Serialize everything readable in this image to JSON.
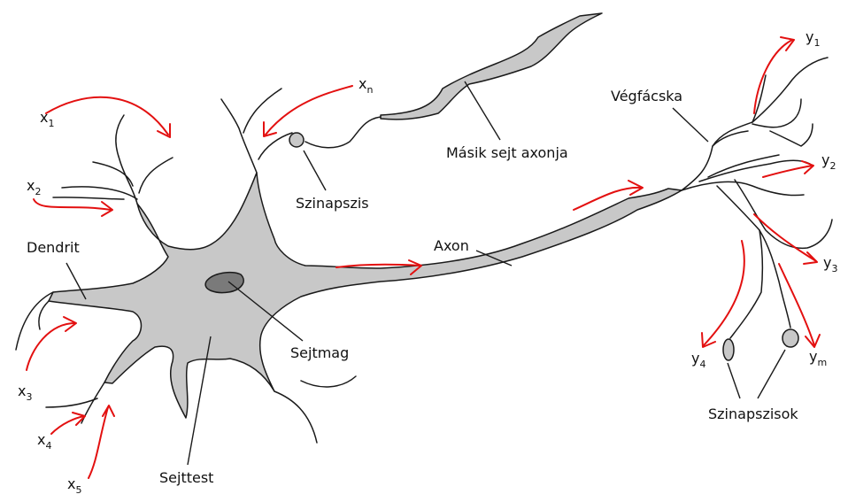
{
  "labels": {
    "dendrit": "Dendrit",
    "sejtmag": "Sejtmag",
    "sejttest": "Sejttest",
    "szinapszis": "Szinapszis",
    "masik_sejt_axonja": "Másik sejt axonja",
    "axon": "Axon",
    "vegfacska": "Végfácska",
    "szinapszisok": "Szinapszisok"
  },
  "inputs": [
    {
      "base": "x",
      "sub": "1"
    },
    {
      "base": "x",
      "sub": "2"
    },
    {
      "base": "x",
      "sub": "3"
    },
    {
      "base": "x",
      "sub": "4"
    },
    {
      "base": "x",
      "sub": "5"
    },
    {
      "base": "x",
      "sub": "n"
    }
  ],
  "outputs": [
    {
      "base": "y",
      "sub": "1"
    },
    {
      "base": "y",
      "sub": "2"
    },
    {
      "base": "y",
      "sub": "3"
    },
    {
      "base": "y",
      "sub": "4"
    },
    {
      "base": "y",
      "sub": "m"
    }
  ],
  "colors": {
    "signal_arrow": "#e31010",
    "cell_fill": "#c8c8c8",
    "nucleus_fill": "#7a7a7a",
    "outline": "#1a1a1a"
  }
}
